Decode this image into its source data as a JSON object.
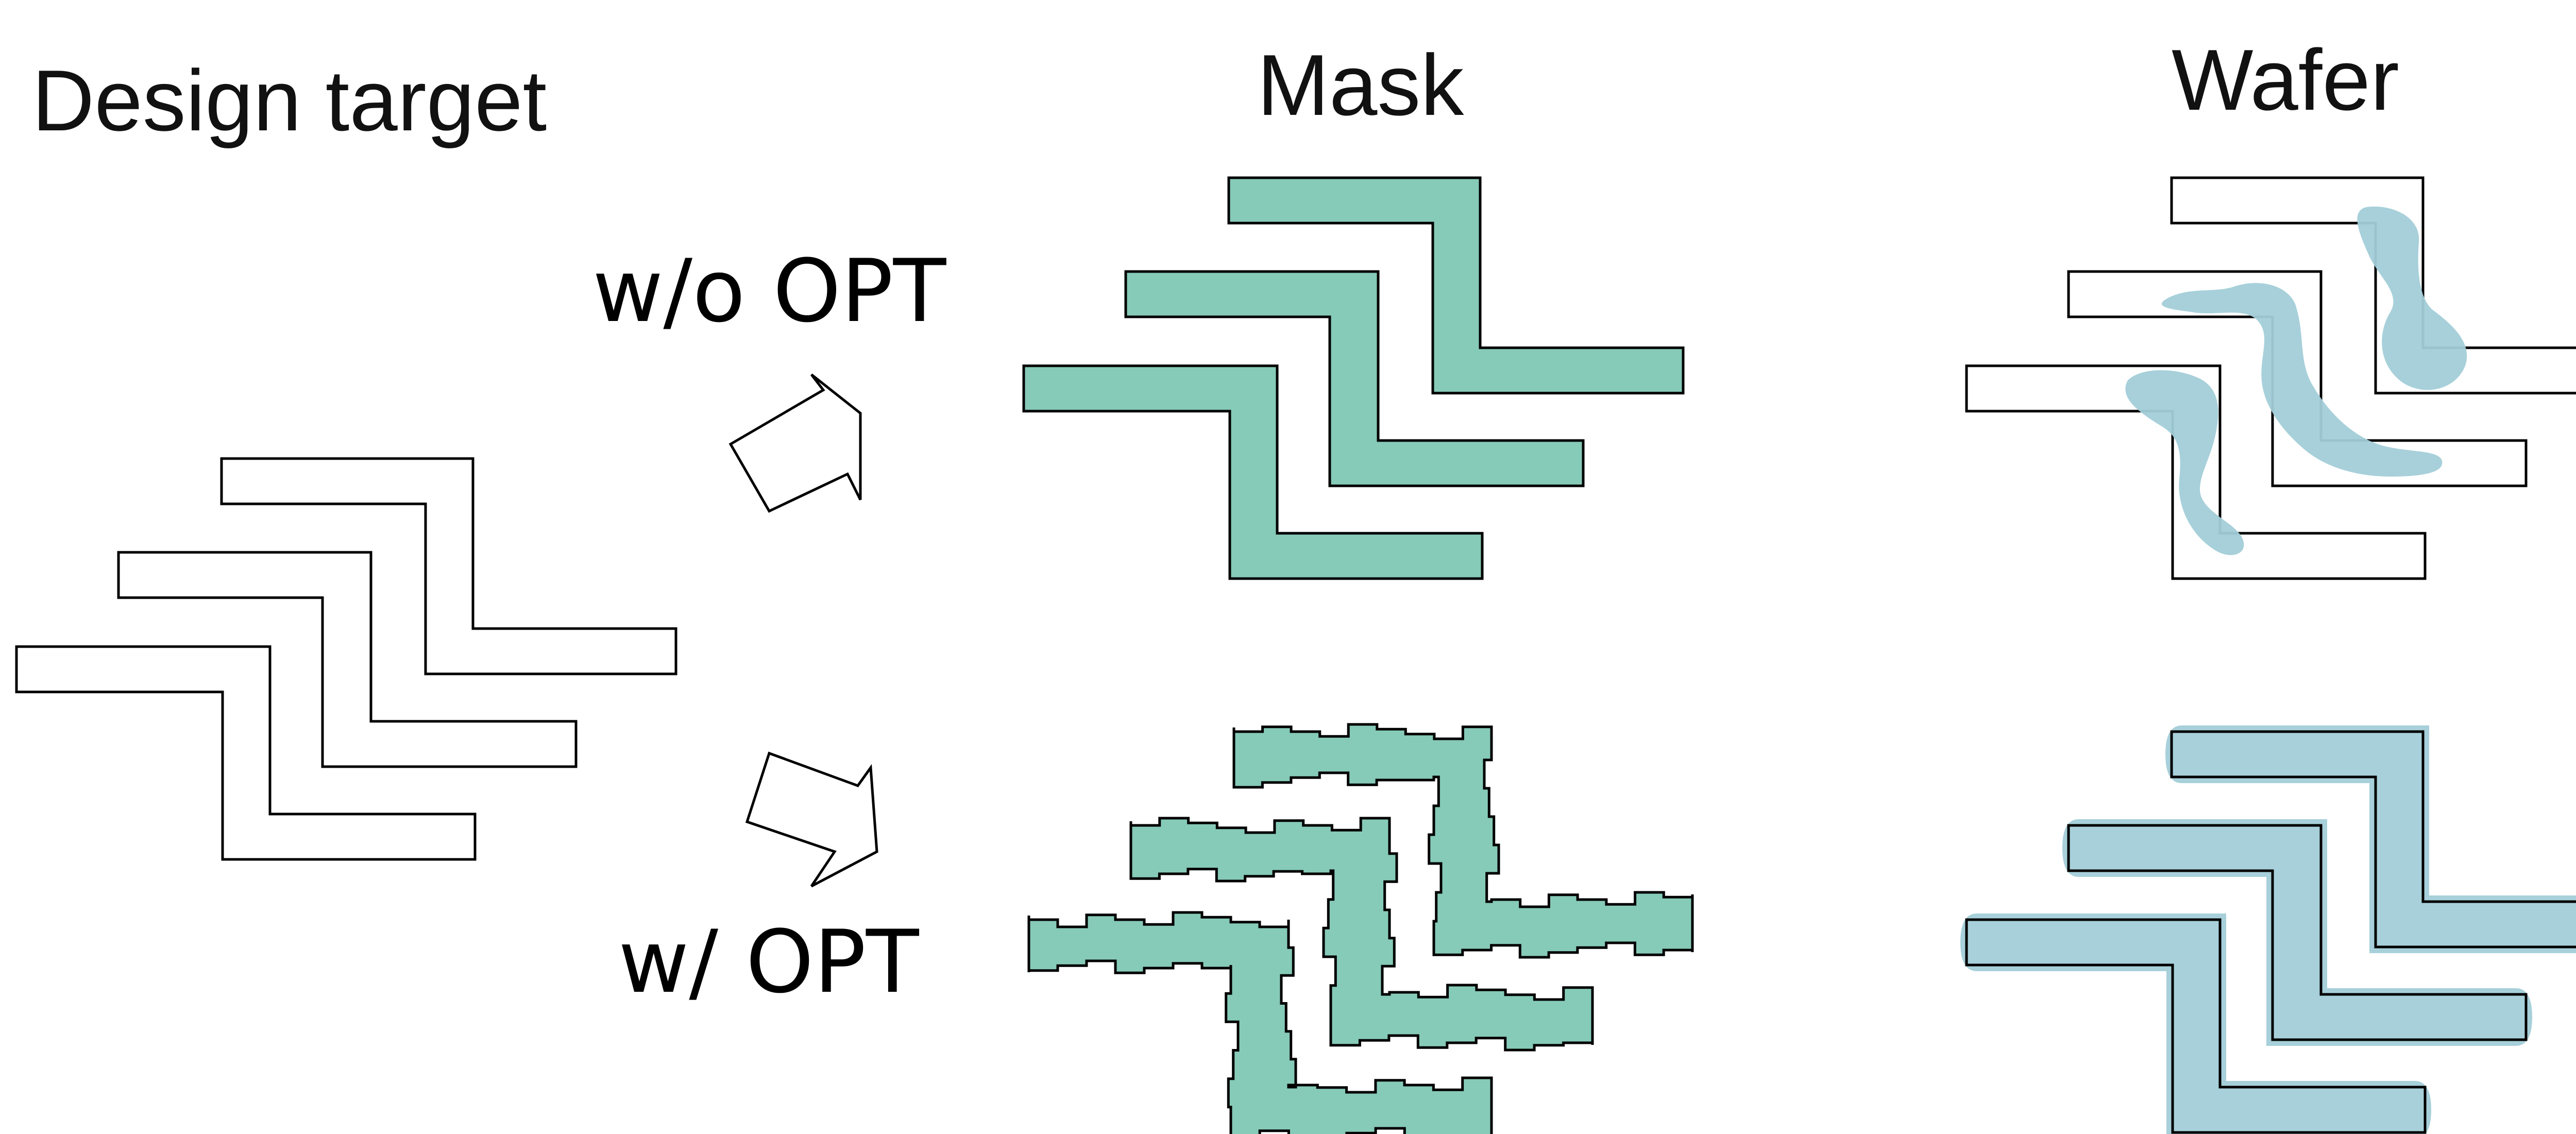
{
  "headings": {
    "design_target": "Design target",
    "mask": "Mask",
    "wafer": "Wafer"
  },
  "labels": {
    "without_opt": "w/o OPT",
    "with_opt": "w/ OPT"
  },
  "colors": {
    "mask_fill": "#86cab8",
    "wafer_print_fill": "#a2cdd8",
    "outline": "#000000",
    "background": "#ffffff"
  }
}
